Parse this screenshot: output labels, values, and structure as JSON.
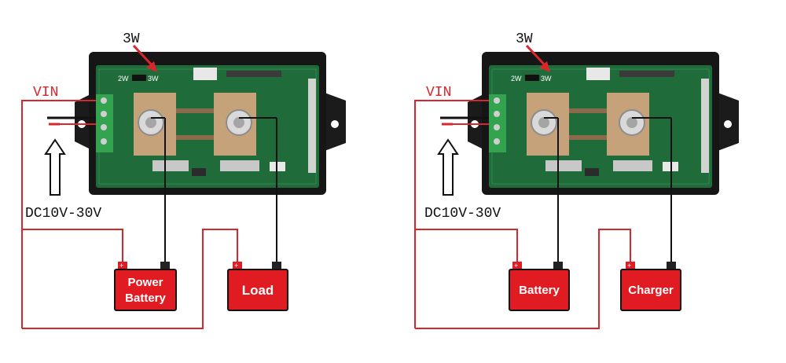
{
  "colors": {
    "wire_red": "#d9262c",
    "wire_black": "#111111",
    "box_red": "#e01b22",
    "pcb_green": "#1f6b3a",
    "case_black": "#161616",
    "copper": "#c5a27a",
    "label_text": "#111111",
    "vin_text": "#d9262c"
  },
  "panels": [
    {
      "power_label": "3W",
      "switch_left": "2W",
      "switch_right": "3W",
      "vin_label": "VIN",
      "voltage_label": "DC10V-30V",
      "left_box": {
        "line1": "Power",
        "line2": "Battery"
      },
      "right_box": {
        "line1": "Load",
        "line2": ""
      },
      "plus_sign": "+"
    },
    {
      "power_label": "3W",
      "switch_left": "2W",
      "switch_right": "3W",
      "vin_label": "VIN",
      "voltage_label": "DC10V-30V",
      "left_box": {
        "line1": "Battery",
        "line2": ""
      },
      "right_box": {
        "line1": "Charger",
        "line2": ""
      },
      "plus_sign": "+"
    }
  ]
}
